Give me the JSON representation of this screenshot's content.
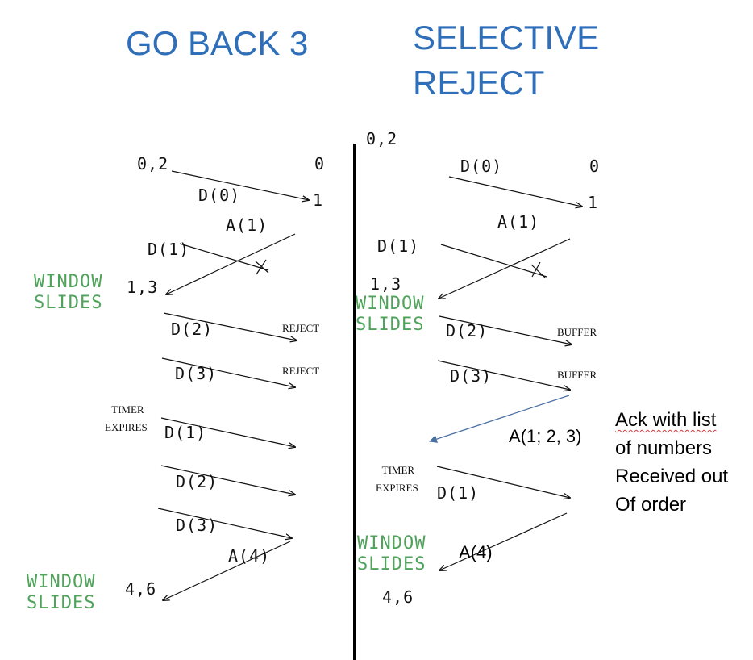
{
  "titles": {
    "left": "GO BACK 3",
    "right_line1": "SELECTIVE",
    "right_line2": "REJECT"
  },
  "left": {
    "window_sender": "0,2",
    "receiver_0": "0",
    "receiver_1": "1",
    "d0": "D(0)",
    "a1": "A(1)",
    "d1": "D(1)",
    "window_slides": [
      "WINDOW",
      "SLIDES"
    ],
    "window_13": "1,3",
    "d2": "D(2)",
    "reject1": "REJECT",
    "d3": "D(3)",
    "reject2": "REJECT",
    "timer": [
      "TIMER",
      "EXPIRES"
    ],
    "d1_retx": "D(1)",
    "d2_retx": "D(2)",
    "d3_retx": "D(3)",
    "a4": "A(4)",
    "window_slides_2": [
      "WINDOW",
      "SLIDES"
    ],
    "window_46": "4,6"
  },
  "right": {
    "window_sender": "0,2",
    "d0": "D(0)",
    "receiver_0": "0",
    "receiver_1": "1",
    "a1": "A(1)",
    "d1": "D(1)",
    "window_13": "1,3",
    "window_slides": [
      "WINDOW",
      "SLIDES"
    ],
    "d2": "D(2)",
    "buffer1": "BUFFER",
    "d3": "D(3)",
    "buffer2": "BUFFER",
    "ack_list": "A(1; 2, 3)",
    "note": [
      "Ack with list",
      "of numbers",
      "Received out",
      "Of order"
    ],
    "timer": [
      "TIMER",
      "EXPIRES"
    ],
    "d1_retx": "D(1)",
    "window_slides_2": [
      "WINDOW",
      "SLIDES"
    ],
    "a4": "A(4)",
    "window_46": "4,6"
  },
  "colors": {
    "title": "#2f6fba",
    "window_slides": "#4fa35a",
    "ack_list_arrow": "#4a6fa5",
    "ink": "#111111"
  }
}
